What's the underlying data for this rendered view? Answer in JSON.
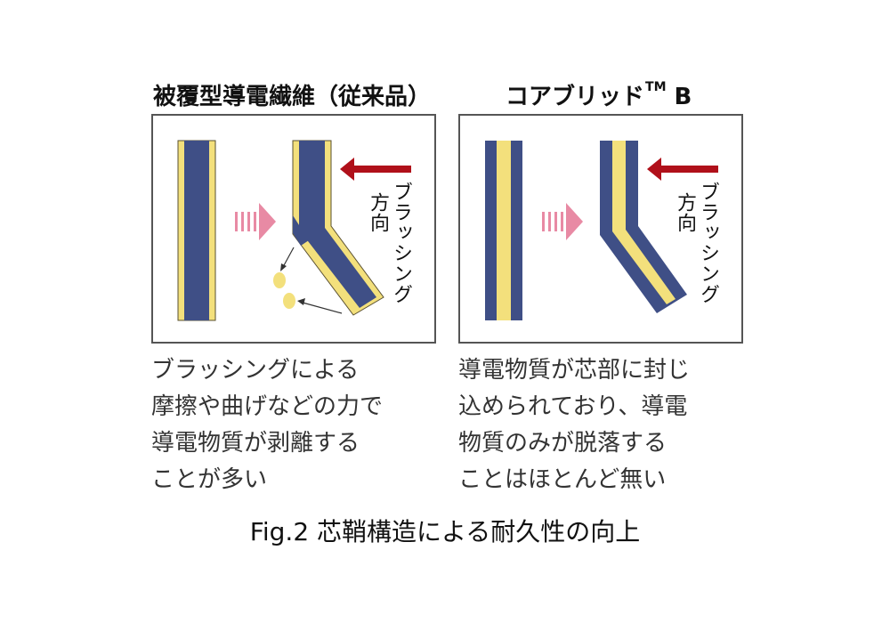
{
  "left": {
    "title": "被覆型導電繊維（従来品）",
    "brushing_label_line1": "ブラッシング",
    "brushing_label_line2": "方向",
    "description": [
      "ブラッシングによる",
      "摩擦や曲げなどの力で",
      "導電物質が剥離する",
      "ことが多い"
    ]
  },
  "right": {
    "title_main": "コアブリッド",
    "title_tm": "TM",
    "title_suffix": " B",
    "brushing_label_line1": "ブラッシング",
    "brushing_label_line2": "方向",
    "description": [
      "導電物質が芯部に封じ",
      "込められており、導電",
      "物質のみが脱落する",
      "ことはほとんど無い"
    ]
  },
  "caption": "Fig.2  芯鞘構造による耐久性の向上",
  "colors": {
    "fiber_core_navy": "#3f4f86",
    "conductive_yellow": "#f3e07c",
    "brushing_arrow_red": "#b0101a",
    "transition_arrow_pink": "#e88aa4",
    "panel_border": "#555555"
  }
}
